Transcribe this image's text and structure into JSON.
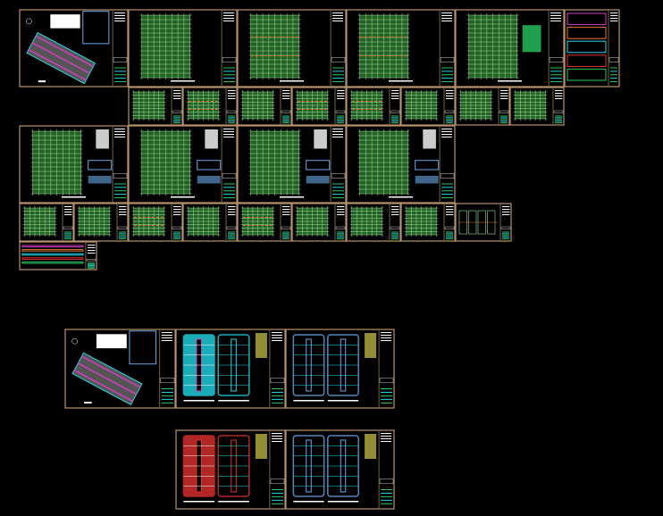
{
  "view": {
    "background": "#000000",
    "sheet_border_color": "#b8926a",
    "title_block_color": "#c8a070"
  },
  "colors": {
    "plan_green": "#3fae3f",
    "plan_line": "#9fe09f",
    "rebar_orange": "#e07a2a",
    "cyan": "#22d8e8",
    "magenta": "#d040c0",
    "red": "#e03030",
    "blue_outline": "#6aa8e8",
    "white": "#ffffff",
    "note_green": "#28c860"
  },
  "sheets": [
    {
      "type": "site-plan"
    },
    {
      "type": "floor-plan"
    },
    {
      "type": "floor-plan-rebar"
    },
    {
      "type": "floor-plan-rebar"
    },
    {
      "type": "floor-plan-legend"
    },
    {
      "type": "details-colored"
    },
    {
      "type": "mini-plan"
    },
    {
      "type": "mini-plan-rebar"
    },
    {
      "type": "mini-plan"
    },
    {
      "type": "mini-plan-rebar"
    },
    {
      "type": "mini-plan-rebar"
    },
    {
      "type": "mini-plan"
    },
    {
      "type": "mini-plan"
    },
    {
      "type": "mini-plan"
    },
    {
      "type": "floor-plan-section"
    },
    {
      "type": "floor-plan-section"
    },
    {
      "type": "floor-plan-section"
    },
    {
      "type": "floor-plan-section"
    },
    {
      "type": "mini-plan"
    },
    {
      "type": "mini-plan"
    },
    {
      "type": "mini-plan-rebar"
    },
    {
      "type": "mini-plan"
    },
    {
      "type": "mini-plan-rebar"
    },
    {
      "type": "mini-plan"
    },
    {
      "type": "mini-plan"
    },
    {
      "type": "mini-plan"
    },
    {
      "type": "elevation"
    },
    {
      "type": "details-colored"
    },
    {
      "type": "site-plan"
    },
    {
      "type": "cyan-plan"
    },
    {
      "type": "blue-plan"
    },
    {
      "type": "red-plan"
    },
    {
      "type": "blue-plan"
    }
  ]
}
